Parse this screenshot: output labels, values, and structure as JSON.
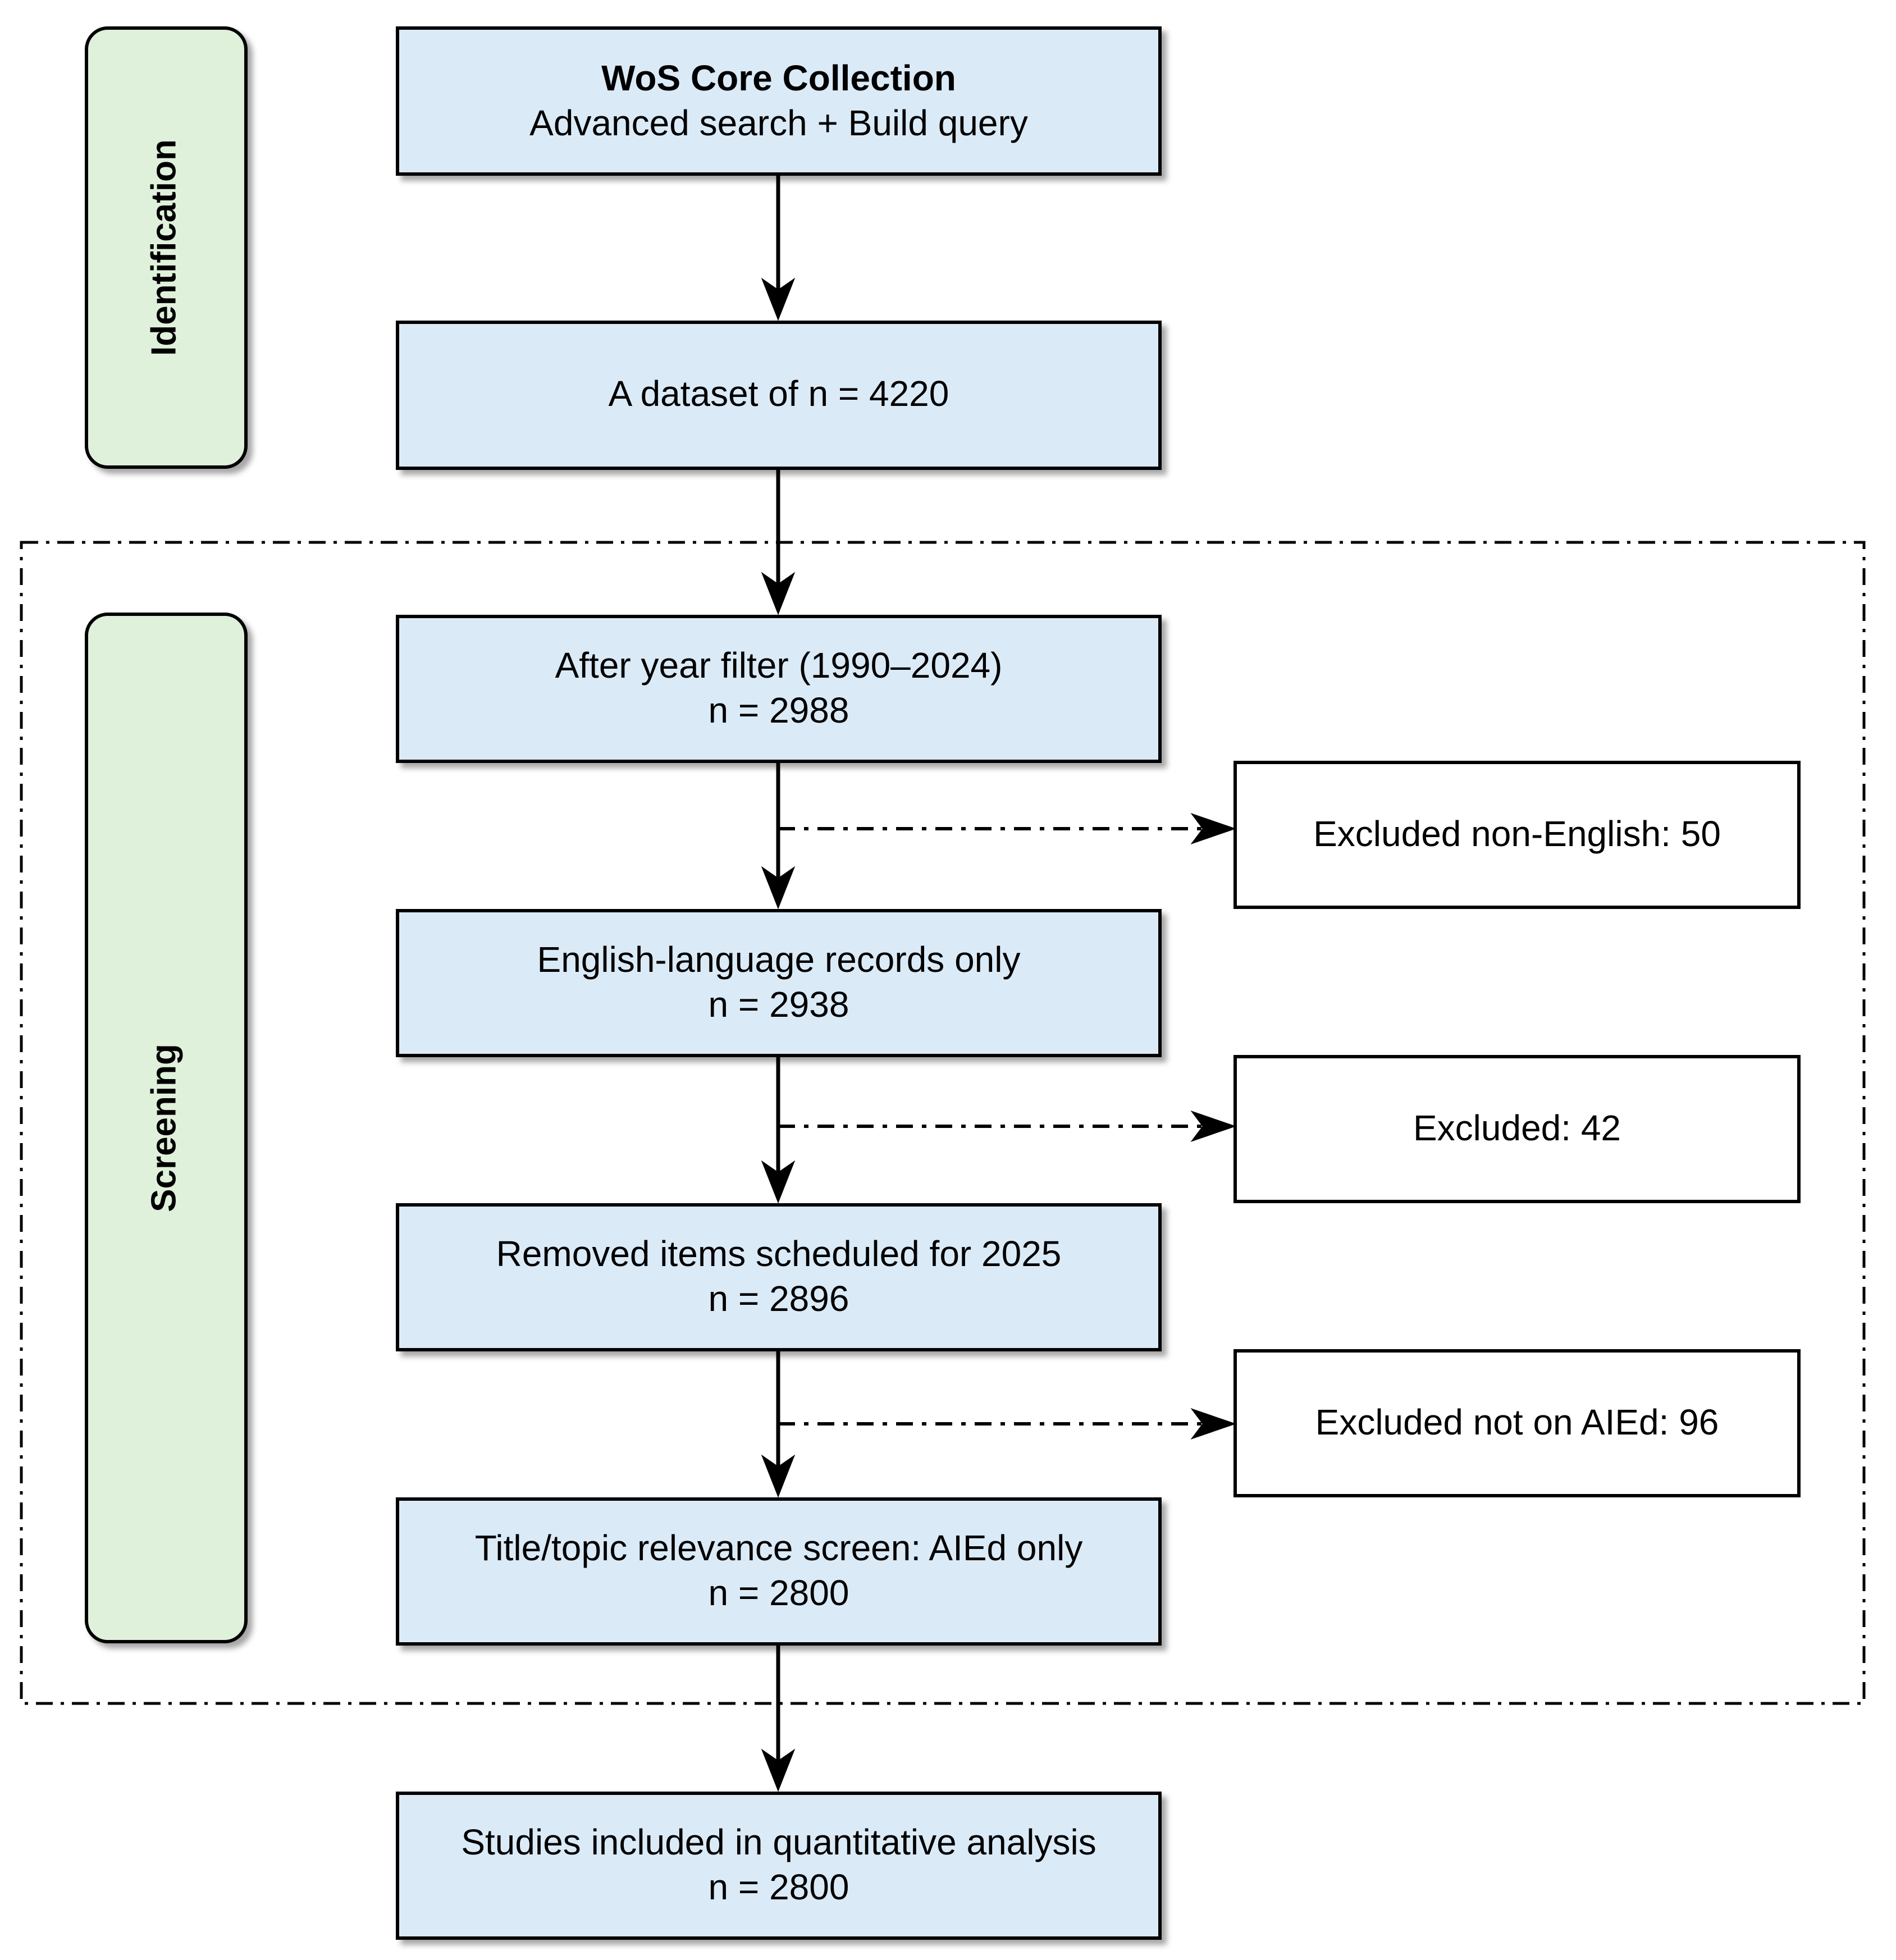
{
  "phases": [
    {
      "id": "identification",
      "label": "Identification"
    },
    {
      "id": "screening",
      "label": "Screening"
    }
  ],
  "main_boxes": [
    {
      "id": "wos",
      "line1": "WoS Core Collection",
      "line2": "Advanced search + Build query",
      "bold_first_line": true
    },
    {
      "id": "dataset",
      "line1": "A dataset of n = 4220",
      "line2": ""
    },
    {
      "id": "year-filter",
      "line1": "After year filter (1990–2024)",
      "line2": "n = 2988"
    },
    {
      "id": "english",
      "line1": "English-language records only",
      "line2": "n = 2938"
    },
    {
      "id": "removed-2025",
      "line1": "Removed items scheduled for 2025",
      "line2": "n = 2896"
    },
    {
      "id": "relevance",
      "line1": "Title/topic relevance screen: AIEd only",
      "line2": "n = 2800"
    },
    {
      "id": "included",
      "line1": "Studies included in quantitative analysis",
      "line2": "n = 2800"
    }
  ],
  "exclusion_boxes": [
    {
      "id": "excl-non-english",
      "text": "Excluded non-English: 50"
    },
    {
      "id": "excl-42",
      "text": "Excluded: 42"
    },
    {
      "id": "excl-not-aied",
      "text": "Excluded not on AIEd: 96"
    }
  ],
  "colors": {
    "main_box_fill": "#dbeaf7",
    "phase_fill": "#dff0db",
    "stroke": "#000000"
  }
}
